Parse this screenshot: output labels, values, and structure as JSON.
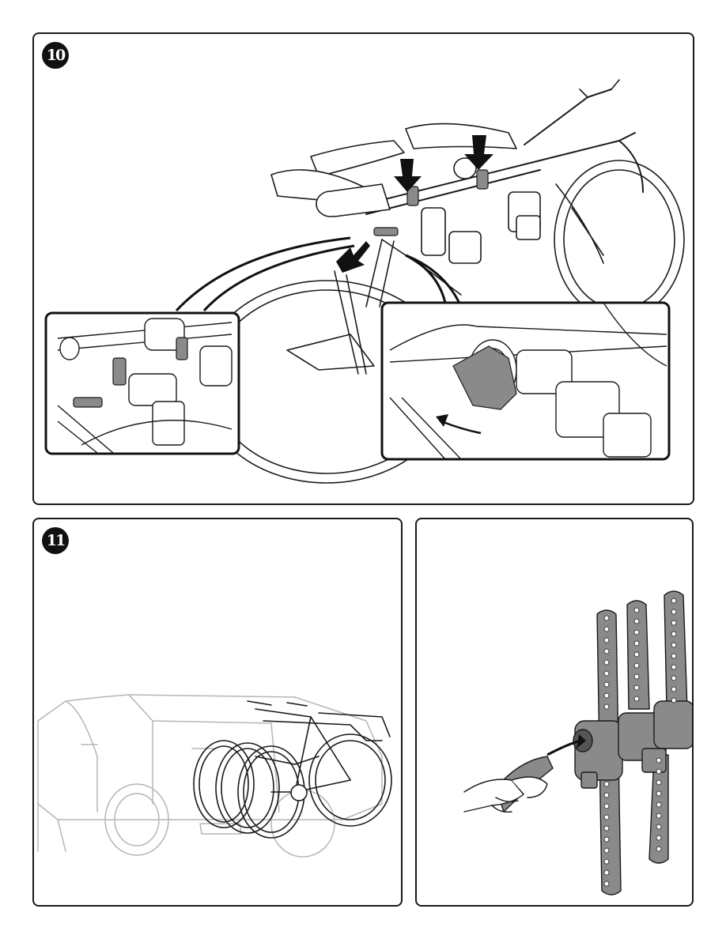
{
  "steps": [
    {
      "number": "10",
      "illustration": "bike-mounted-on-rack-with-strap-clamps"
    },
    {
      "number": "11",
      "illustration": "car-with-three-bikes-on-hitch-rack"
    },
    {
      "number": "",
      "illustration": "hand-tightening-knob-on-rack-arms"
    }
  ],
  "colors": {
    "line": "#1a1a1a",
    "metal": "#8a8a8a",
    "metalDark": "#555555",
    "carLine": "#b5b5b5"
  }
}
